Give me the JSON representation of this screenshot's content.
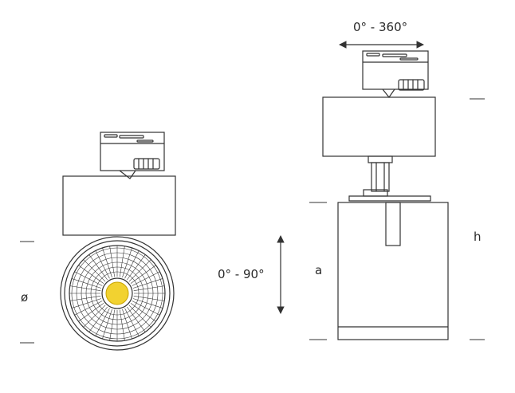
{
  "labels": {
    "rotation_horizontal": "0° - 360°",
    "tilt": "0° - 90°",
    "diameter": "ø",
    "a": "a",
    "h": "h"
  },
  "colors": {
    "line": "#333333",
    "led": "#f2d230",
    "background": "#ffffff"
  }
}
